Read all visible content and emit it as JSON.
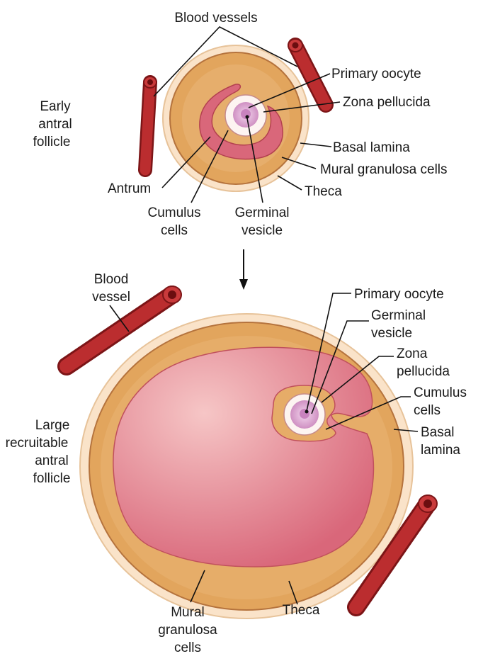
{
  "colors": {
    "theca": "#fae3c9",
    "granulosa": "#e2a55d",
    "antrum": "#d9677a",
    "antrum_light": "#f4b8b9",
    "vessel": "#b3282b",
    "zona": "#fdf4f1",
    "oocyte": "#dfa6d2",
    "line": "#111111"
  },
  "top": {
    "label_blood_vessels": "Blood vessels",
    "label_primary_oocyte": "Primary oocyte",
    "label_zona_pellucida": "Zona pellucida",
    "label_basal_lamina": "Basal lamina",
    "label_mural_granulosa": "Mural granulosa cells",
    "label_theca": "Theca",
    "label_antrum": "Antrum",
    "label_cumulus": [
      "Cumulus",
      "cells"
    ],
    "label_germinal": [
      "Germinal",
      "vesicle"
    ],
    "label_follicle": [
      "Early",
      "antral",
      "follicle"
    ]
  },
  "bottom": {
    "label_blood_vessel": [
      "Blood",
      "vessel"
    ],
    "label_primary_oocyte": "Primary oocyte",
    "label_germinal": [
      "Germinal",
      "vesicle"
    ],
    "label_zona": [
      "Zona",
      "pellucida"
    ],
    "label_cumulus": [
      "Cumulus",
      "cells"
    ],
    "label_basal": [
      "Basal",
      "lamina"
    ],
    "label_follicle": [
      "Large",
      "recruitable",
      "antral",
      "follicle"
    ],
    "label_mural": [
      "Mural",
      "granulosa",
      "cells"
    ],
    "label_theca": "Theca"
  }
}
